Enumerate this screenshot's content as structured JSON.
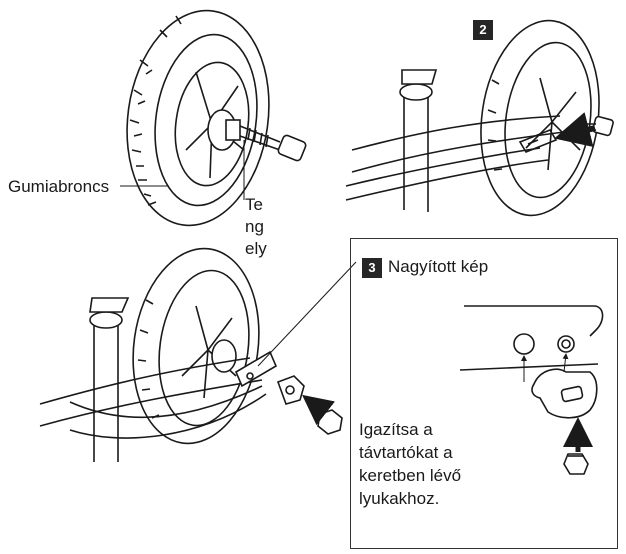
{
  "labels": {
    "tire": "Gumiabroncs",
    "axle_1": "Te",
    "axle_2": "ng",
    "axle_3": "ely",
    "magnified": "Nagyított kép",
    "instruction_1": "Igazítsa a",
    "instruction_2": "távtartókat a",
    "instruction_3": "keretben lévő",
    "instruction_4": "lyukakhoz."
  },
  "steps": {
    "step2": "2",
    "step3": "3"
  },
  "colors": {
    "line": "#1a1a1a",
    "badge": "#262626",
    "background": "#ffffff"
  }
}
